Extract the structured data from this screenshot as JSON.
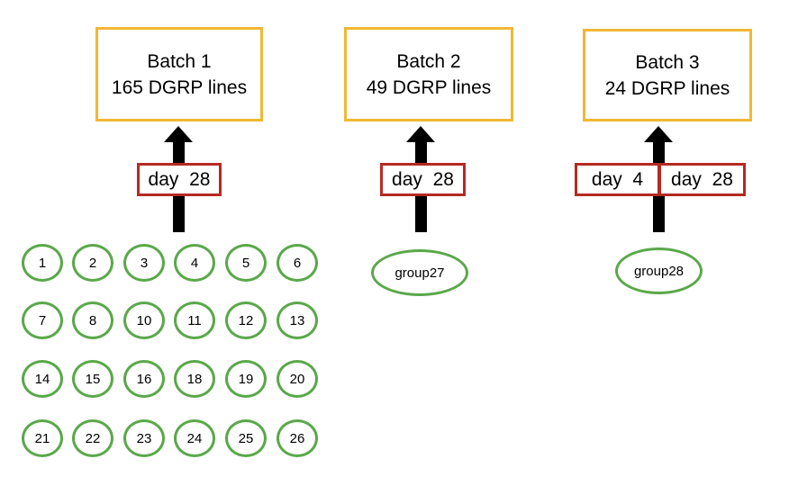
{
  "batches": [
    {
      "title": "Batch 1",
      "lines": "165 DGRP lines"
    },
    {
      "title": "Batch 2",
      "lines": "49 DGRP lines"
    },
    {
      "title": "Batch 3",
      "lines": "24 DGRP lines"
    }
  ],
  "days": {
    "batch1": "day  28",
    "batch2": "day  28",
    "batch3_a": "day  4",
    "batch3_b": "day  28"
  },
  "groups": [
    "1",
    "2",
    "3",
    "4",
    "5",
    "6",
    "7",
    "8",
    "10",
    "11",
    "12",
    "13",
    "14",
    "15",
    "16",
    "18",
    "19",
    "20",
    "21",
    "22",
    "23",
    "24",
    "25",
    "26"
  ],
  "group27": "group27",
  "group28": "group28"
}
